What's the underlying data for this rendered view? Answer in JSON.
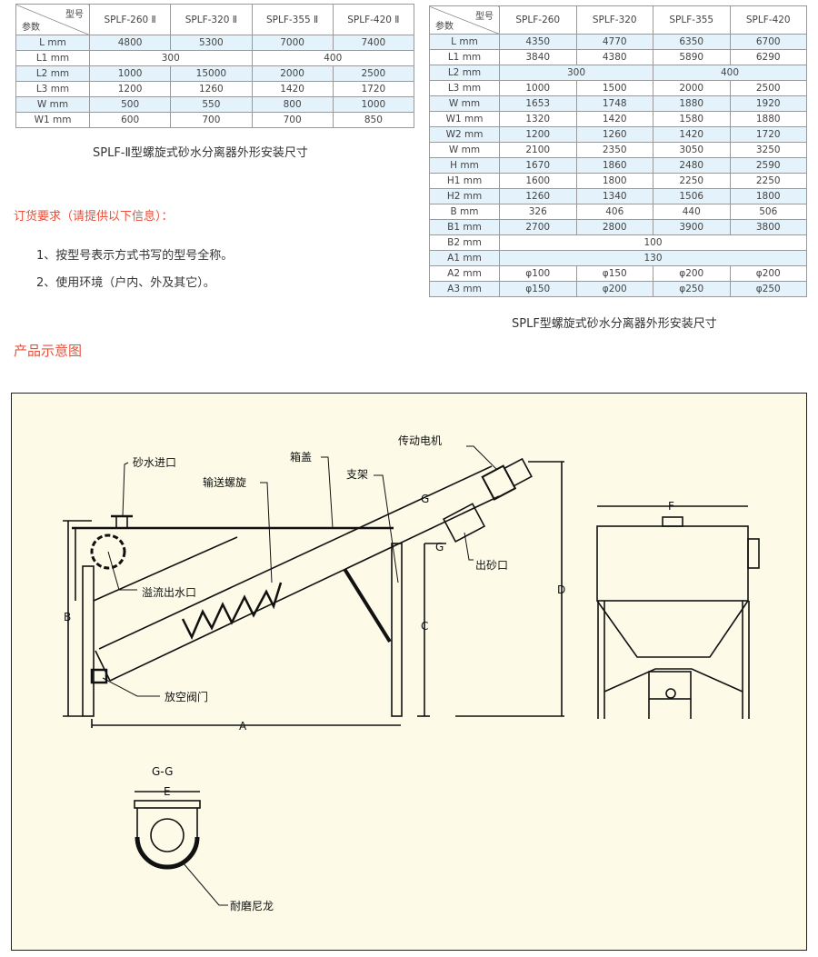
{
  "table1": {
    "corner_top": "型号",
    "corner_bottom": "参数",
    "models": [
      "SPLF-260 Ⅱ",
      "SPLF-320 Ⅱ",
      "SPLF-355 Ⅱ",
      "SPLF-420 Ⅱ"
    ],
    "rows": [
      {
        "label": "L mm",
        "values": [
          "4800",
          "5300",
          "7000",
          "7400"
        ]
      },
      {
        "label": "L1 mm",
        "merged": [
          "300",
          "400"
        ]
      },
      {
        "label": "L2 mm",
        "values": [
          "1000",
          "15000",
          "2000",
          "2500"
        ]
      },
      {
        "label": "L3 mm",
        "values": [
          "1200",
          "1260",
          "1420",
          "1720"
        ]
      },
      {
        "label": "W mm",
        "values": [
          "500",
          "550",
          "800",
          "1000"
        ]
      },
      {
        "label": "W1 mm",
        "values": [
          "600",
          "700",
          "700",
          "850"
        ]
      }
    ],
    "caption": "SPLF-Ⅱ型螺旋式砂水分离器外形安装尺寸"
  },
  "table2": {
    "corner_top": "型号",
    "corner_bottom": "参数",
    "models": [
      "SPLF-260",
      "SPLF-320",
      "SPLF-355",
      "SPLF-420"
    ],
    "rows": [
      {
        "label": "L mm",
        "values": [
          "4350",
          "4770",
          "6350",
          "6700"
        ]
      },
      {
        "label": "L1 mm",
        "values": [
          "3840",
          "4380",
          "5890",
          "6290"
        ]
      },
      {
        "label": "L2 mm",
        "merged": [
          "300",
          "400"
        ]
      },
      {
        "label": "L3 mm",
        "values": [
          "1000",
          "1500",
          "2000",
          "2500"
        ]
      },
      {
        "label": "W mm",
        "values": [
          "1653",
          "1748",
          "1880",
          "1920"
        ]
      },
      {
        "label": "W1 mm",
        "values": [
          "1320",
          "1420",
          "1580",
          "1880"
        ]
      },
      {
        "label": "W2 mm",
        "values": [
          "1200",
          "1260",
          "1420",
          "1720"
        ]
      },
      {
        "label": "W mm",
        "values": [
          "2100",
          "2350",
          "3050",
          "3250"
        ]
      },
      {
        "label": "H mm",
        "values": [
          "1670",
          "1860",
          "2480",
          "2590"
        ]
      },
      {
        "label": "H1 mm",
        "values": [
          "1600",
          "1800",
          "2250",
          "2250"
        ]
      },
      {
        "label": "H2 mm",
        "values": [
          "1260",
          "1340",
          "1506",
          "1800"
        ]
      },
      {
        "label": "B mm",
        "values": [
          "326",
          "406",
          "440",
          "506"
        ]
      },
      {
        "label": "B1 mm",
        "values": [
          "2700",
          "2800",
          "3900",
          "3800"
        ]
      },
      {
        "label": "B2 mm",
        "all": "100"
      },
      {
        "label": "A1 mm",
        "all": "130"
      },
      {
        "label": "A2 mm",
        "values": [
          "φ100",
          "φ150",
          "φ200",
          "φ200"
        ]
      },
      {
        "label": "A3 mm",
        "values": [
          "φ150",
          "φ200",
          "φ250",
          "φ250"
        ]
      }
    ],
    "caption": "SPLF型螺旋式砂水分离器外形安装尺寸"
  },
  "order": {
    "title": "订货要求（请提供以下信息）：",
    "items": [
      "1、按型号表示方式书写的型号全称。",
      "2、使用环境（户内、外及其它）。"
    ]
  },
  "diagram": {
    "title": "产品示意图",
    "labels": {
      "inlet": "砂水进口",
      "cover": "箱盖",
      "motor": "传动电机",
      "screw": "输送螺旋",
      "frame": "支架",
      "overflow": "溢流出水口",
      "outlet": "出砂口",
      "valve": "放空阀门",
      "nylon": "耐磨尼龙",
      "section": "G-G"
    },
    "dims": {
      "A": "A",
      "B": "B",
      "C": "C",
      "D": "D",
      "E": "E",
      "F": "F",
      "G1": "G",
      "G2": "G"
    }
  }
}
